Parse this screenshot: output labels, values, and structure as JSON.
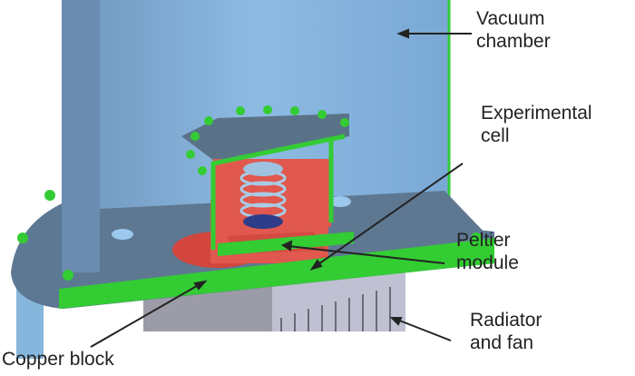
{
  "labels": {
    "vacuum_chamber": [
      "Vacuum",
      "chamber"
    ],
    "experimental_cell": [
      "Experimental",
      "cell"
    ],
    "peltier_module": [
      "Peltier",
      "module"
    ],
    "copper_block": "Copper block",
    "radiator_fan": [
      "Radiator",
      "and fan"
    ]
  },
  "colors": {
    "chamber": "#7fb0dc",
    "flange": "#5a7590",
    "section_green": "#33cc33",
    "cell_red": "#e0584e",
    "radiator": "#b9bbcc"
  }
}
